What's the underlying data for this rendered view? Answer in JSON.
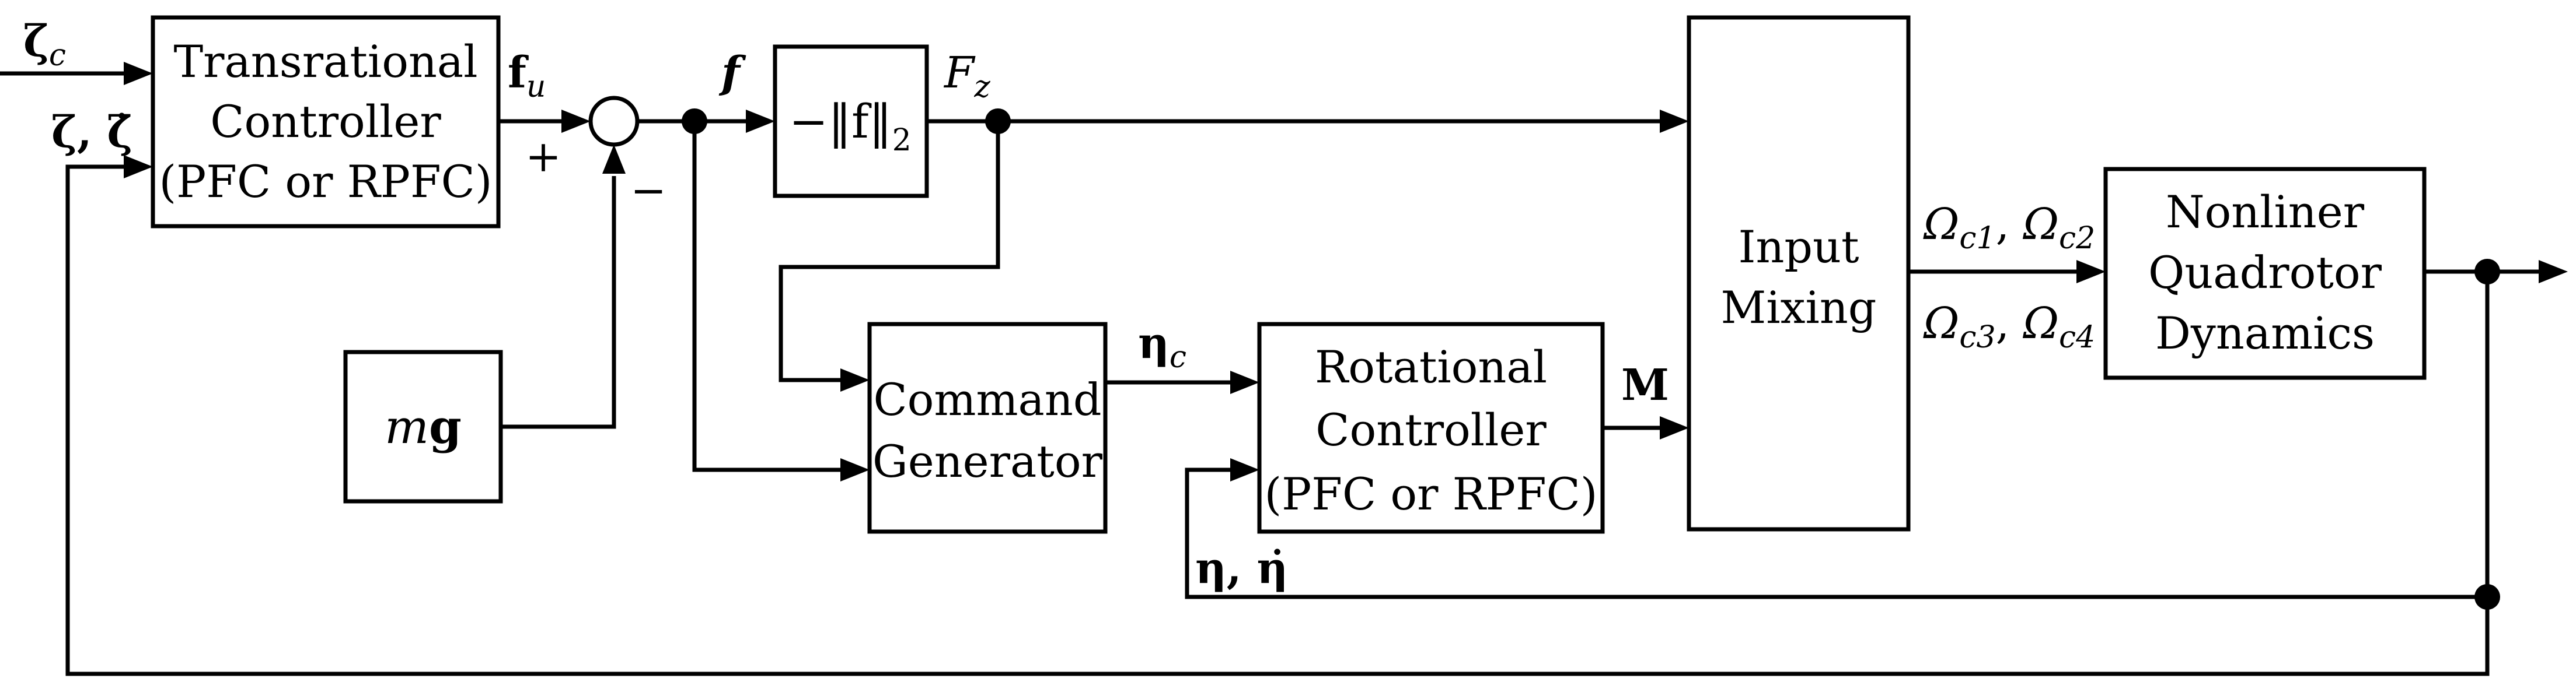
{
  "blocks": {
    "translational_controller": {
      "line1": "Transrational",
      "line2": "Controller",
      "line3": "(PFC or RPFC)"
    },
    "norm": {
      "text": "−‖f‖",
      "sub": "2"
    },
    "mg": {
      "italic": "m",
      "bold": "g"
    },
    "command_generator": {
      "line1": "Command",
      "line2": "Generator"
    },
    "rotational_controller": {
      "line1": "Rotational",
      "line2": "Controller",
      "line3": "(PFC or RPFC)"
    },
    "input_mixing": {
      "line1": "Input",
      "line2": "Mixing"
    },
    "quadrotor_dynamics": {
      "line1": "Nonliner",
      "line2": "Quadrotor",
      "line3": "Dynamics"
    }
  },
  "signals": {
    "zeta_c": {
      "main": "ζ",
      "sub": "c"
    },
    "zeta_feedback": "ζ, ζ̇",
    "f_u": {
      "main": "f",
      "sub": "u"
    },
    "plus": "+",
    "minus": "−",
    "f": "f",
    "F_z": {
      "main": "F",
      "sub": "z"
    },
    "eta_c": {
      "main": "η",
      "sub": "c"
    },
    "M": "M",
    "eta_feedback": "η,  η̇",
    "omega_12": {
      "a": "Ω",
      "a_sub": "c1",
      "sep": ", ",
      "b": "Ω",
      "b_sub": "c2"
    },
    "omega_34": {
      "a": "Ω",
      "a_sub": "c3",
      "sep": ", ",
      "b": "Ω",
      "b_sub": "c4"
    }
  }
}
